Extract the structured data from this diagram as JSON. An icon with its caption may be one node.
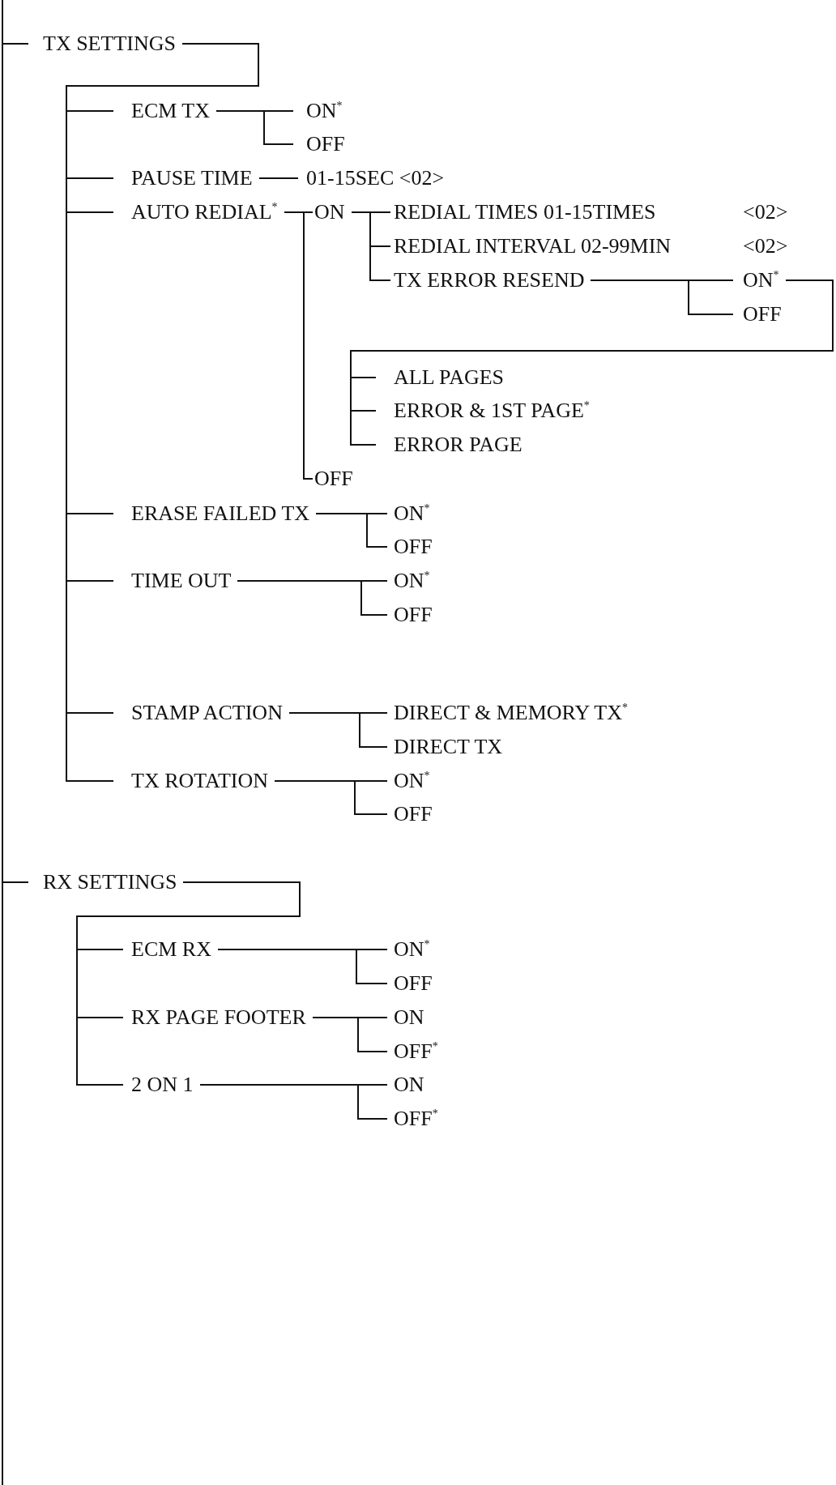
{
  "diagram": {
    "nodes": [
      {
        "text": [
          "TX SETTINGS"
        ]
      },
      {
        "text": [
          "ECM TX"
        ]
      },
      {
        "text": [
          "ON$^{*}$"
        ]
      },
      {
        "text": [
          "OFF"
        ]
      },
      {
        "text": [
          "PAUSE TIME"
        ]
      },
      {
        "text": [
          "01-15SEC <02>"
        ]
      },
      {
        "text": [
          "AUTO REDIAL$^{*}$"
        ]
      },
      {
        "text": [
          "ON"
        ]
      },
      {
        "text": [
          "REDIAL TIMES 01-15TIMES"
        ]
      },
      {
        "text": [
          "REDIAL INTERVAL 02-99MIN"
        ]
      },
      {
        "text": [
          "TX ERROR RESEND"
        ]
      },
      {
        "text": [
          "ON$^{*}$"
        ]
      },
      {
        "text": [
          "OFF"
        ]
      },
      {
        "text": [
          "ALL PAGES"
        ]
      },
      {
        "text": [
          "ERROR & 1ST PAGE$^{*}$"
        ]
      },
      {
        "text": [
          "ERROR PAGE"
        ]
      },
      {
        "text": [
          "OFF"
        ]
      },
      {
        "text": [
          "ERASE FAILED TX"
        ]
      },
      {
        "text": [
          "ON$^{*}$"
        ]
      },
      {
        "text": [
          "OFF"
        ]
      },
      {
        "text": [
          "TIME OUT"
        ]
      },
      {
        "text": [
          "ON$^{*}$"
        ]
      },
      {
        "text": [
          "OFF"
        ]
      },
      {
        "text": [
          "STAMP ACTION"
        ]
      },
      {
        "text": [
          "DIRECT & MEMORY TX$^{*}$"
        ]
      },
      {
        "text": [
          "DIRECT TX"
        ]
      },
      {
        "text": [
          "TX ROTATION"
        ]
      },
      {
        "text": [
          "ON$^{*}$"
        ]
      },
      {
        "text": [
          "OFF"
        ]
      },
      {
        "text": [
          "RX SETTINGS"
        ]
      },
      {
        "text": [
          "ECM RX"
        ]
      },
      {
        "text": [
          "ON$^{*}$"
        ]
      },
      {
        "text": [
          "OFF"
        ]
      },
      {
        "text": [
          "RX PAGE FOOTER"
        ]
      },
      {
        "text": [
          "ON"
        ]
      },
      {
        "text": [
          "OFF$^{*}$"
        ]
      },
      {
        "text": [
          "2 ON 1"
        ]
      },
      {
        "text": [
          "ON"
        ]
      },
      {
        "text": [
          "OFF$^{*}$"
        ]
      }
    ],
    "edges": [
      {
        "from": null,
        "to": 0,
        "arrow": "none"
      },
      {
        "from": null,
        "to": 29,
        "arrow": "none"
      },
      {
        "from": 0,
        "to": 1,
        "arrow": "none"
      },
      {
        "from": 0,
        "to": 4,
        "arrow": "none"
      },
      {
        "from": 0,
        "to": 6,
        "arrow": "none"
      },
      {
        "from": 0,
        "to": 17,
        "arrow": "none"
      },
      {
        "from": 0,
        "to": 20,
        "arrow": "none"
      },
      {
        "from": 0,
        "to": 23,
        "arrow": "none"
      },
      {
        "from": 0,
        "to": 26,
        "arrow": "none"
      },
      {
        "from": 1,
        "to": 2,
        "arrow": "none"
      },
      {
        "from": 1,
        "to": 3,
        "arrow": "none"
      },
      {
        "from": 4,
        "to": 5,
        "arrow": "none"
      },
      {
        "from": 6,
        "to": 7,
        "arrow": "none"
      },
      {
        "from": 6,
        "to": 16,
        "arrow": "none"
      },
      {
        "from": 7,
        "to": 8,
        "arrow": "none"
      },
      {
        "from": 7,
        "to": 9,
        "arrow": "none"
      },
      {
        "from": 7,
        "to": 10,
        "arrow": "none"
      },
      {
        "from": 10,
        "to": 11,
        "arrow": "none"
      },
      {
        "from": 10,
        "to": 12,
        "arrow": "none"
      },
      {
        "from": 11,
        "to": 13,
        "arrow": "none"
      },
      {
        "from": 11,
        "to": 14,
        "arrow": "none"
      },
      {
        "from": 11,
        "to": 15,
        "arrow": "none"
      },
      {
        "from": 17,
        "to": 18,
        "arrow": "none"
      },
      {
        "from": 17,
        "to": 19,
        "arrow": "none"
      },
      {
        "from": 20,
        "to": 21,
        "arrow": "none"
      },
      {
        "from": 20,
        "to": 22,
        "arrow": "none"
      },
      {
        "from": 23,
        "to": 24,
        "arrow": "none"
      },
      {
        "from": 23,
        "to": 25,
        "arrow": "none"
      },
      {
        "from": 26,
        "to": 27,
        "arrow": "none"
      },
      {
        "from": 26,
        "to": 28,
        "arrow": "none"
      },
      {
        "from": 29,
        "to": 30,
        "arrow": "none"
      },
      {
        "from": 29,
        "to": 33,
        "arrow": "none"
      },
      {
        "from": 29,
        "to": 36,
        "arrow": "none"
      },
      {
        "from": 30,
        "to": 31,
        "arrow": "none"
      },
      {
        "from": 30,
        "to": 32,
        "arrow": "none"
      },
      {
        "from": 33,
        "to": 34,
        "arrow": "none"
      },
      {
        "from": 33,
        "to": 35,
        "arrow": "none"
      },
      {
        "from": 36,
        "to": 37,
        "arrow": "none"
      },
      {
        "from": 36,
        "to": 38,
        "arrow": "none"
      }
    ],
    "labels": [
      "<02>",
      "<02>"
    ]
  }
}
